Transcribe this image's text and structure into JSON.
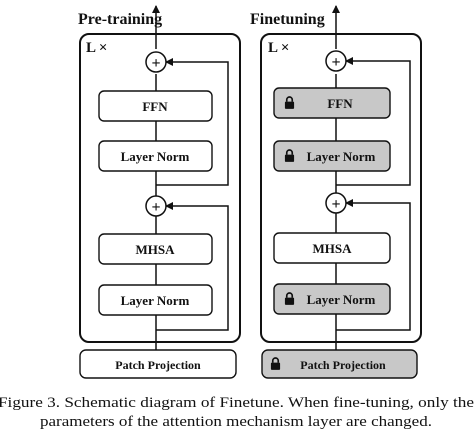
{
  "figure": {
    "caption_line1": "Figure 3.    Schematic diagram of Finetune. When fine-tuning, only the",
    "caption_line2": "parameters of the attention mechanism layer are changed."
  },
  "pretraining": {
    "title": "Pre-training",
    "repeat": "L ×",
    "ffn": "FFN",
    "layer_norm_top": "Layer Norm",
    "mhsa": "MHSA",
    "layer_norm_bottom": "Layer Norm",
    "patch_projection": "Patch Projection",
    "plus": "+"
  },
  "finetuning": {
    "title": "Finetuning",
    "repeat": "L ×",
    "ffn": "FFN",
    "layer_norm_top": "Layer Norm",
    "mhsa": "MHSA",
    "layer_norm_bottom": "Layer Norm",
    "patch_projection": "Patch Projection",
    "plus": "+",
    "frozen_fill": "#c8c8c8"
  }
}
